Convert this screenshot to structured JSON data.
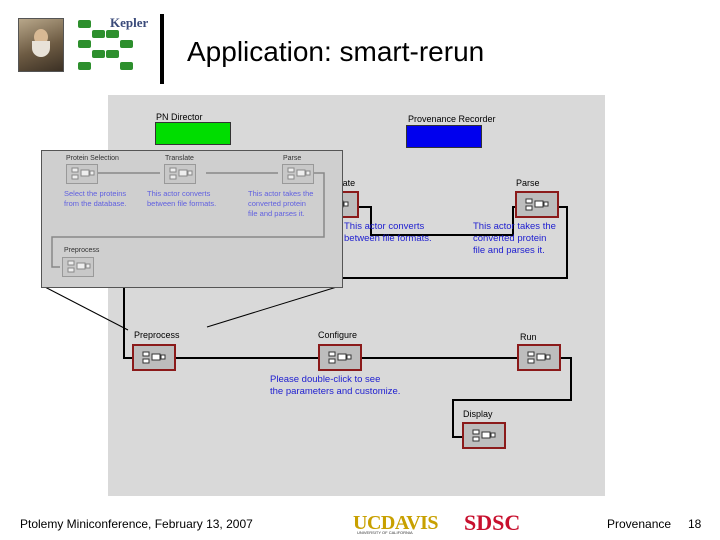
{
  "header": {
    "logo_text": "Kepler",
    "title": "Application: smart-rerun"
  },
  "workflow": {
    "directors": [
      {
        "label": "PN Director",
        "color": "#00dd00"
      },
      {
        "label": "Provenance Recorder",
        "color": "#0000ee"
      }
    ],
    "actors": {
      "translate": "Translate",
      "parse": "Parse",
      "preprocess": "Preprocess",
      "configure": "Configure",
      "run": "Run",
      "display": "Display"
    },
    "notes": {
      "translate_note": [
        "This actor converts",
        "between file formats."
      ],
      "parse_note": [
        "This actor takes the",
        "converted protein",
        "file and parses it."
      ],
      "configure_note": [
        "Please double-click to see",
        "the parameters and customize."
      ]
    },
    "inset": {
      "actors": {
        "protein_selection": "Protein Selection",
        "translate": "Translate",
        "parse": "Parse",
        "preprocess": "Preprocess"
      },
      "notes": {
        "protein_selection_note": [
          "Select the proteins",
          "from the database."
        ],
        "translate_note": [
          "This actor converts",
          "between file formats."
        ],
        "parse_note": [
          "This actor takes the",
          "converted protein",
          "file and parses it."
        ]
      }
    }
  },
  "footer": {
    "left": "Ptolemy Miniconference, February 13, 2007",
    "logo_ucdavis": "UCDAVIS",
    "logo_ucdavis_sub": "UNIVERSITY OF CALIFORNIA",
    "logo_sdsc": "SDSC",
    "right": "Provenance",
    "page": "18"
  },
  "colors": {
    "canvas": "#d9d9d9",
    "note_text": "#2020d0",
    "actor_border": "#8b1a1a",
    "director_green": "#00dd00",
    "director_blue": "#0000ee"
  }
}
